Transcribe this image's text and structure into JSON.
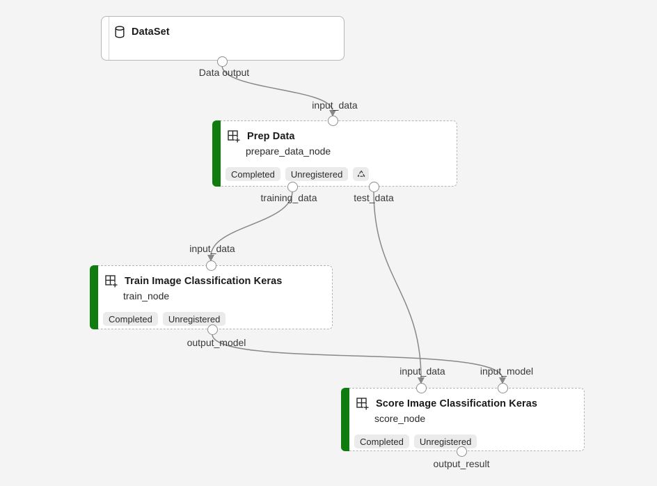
{
  "app": {
    "name": "pipeline-graph-canvas"
  },
  "colors": {
    "canvas_background": "#f4f4f4",
    "node_background": "#ffffff",
    "status_accent_green": "#107c10",
    "node_border": "#b3b3b3",
    "edge": "#8a8886",
    "badge_background": "#ebebeb",
    "title_text": "#1b1a19",
    "port_label_text": "#3a3938"
  },
  "nodes": [
    {
      "id": "dataset",
      "title": "DataSet",
      "icon": "database-icon"
    },
    {
      "id": "prep",
      "title": "Prep Data",
      "subtitle": "prepare_data_node",
      "icon": "component-grid-icon",
      "badges": [
        "Completed",
        "Unregistered"
      ],
      "reuse_icon": "recycle-reuse-icon"
    },
    {
      "id": "train",
      "title": "Train Image Classification Keras",
      "subtitle": "train_node",
      "icon": "component-grid-icon",
      "badges": [
        "Completed",
        "Unregistered"
      ]
    },
    {
      "id": "score",
      "title": "Score Image Classification Keras",
      "subtitle": "score_node",
      "icon": "component-grid-icon",
      "badges": [
        "Completed",
        "Unregistered"
      ]
    }
  ],
  "port_labels": {
    "dataset_output": "Data output",
    "prep_input": "input_data",
    "prep_output_training": "training_data",
    "prep_output_test": "test_data",
    "train_input": "input_data",
    "train_output": "output_model",
    "score_input_data": "input_data",
    "score_input_model": "input_model",
    "score_output": "output_result"
  },
  "edges": [
    {
      "from": "dataset.Data output",
      "to": "prep.input_data"
    },
    {
      "from": "prep.training_data",
      "to": "train.input_data"
    },
    {
      "from": "prep.test_data",
      "to": "score.input_data"
    },
    {
      "from": "train.output_model",
      "to": "score.input_model"
    }
  ]
}
